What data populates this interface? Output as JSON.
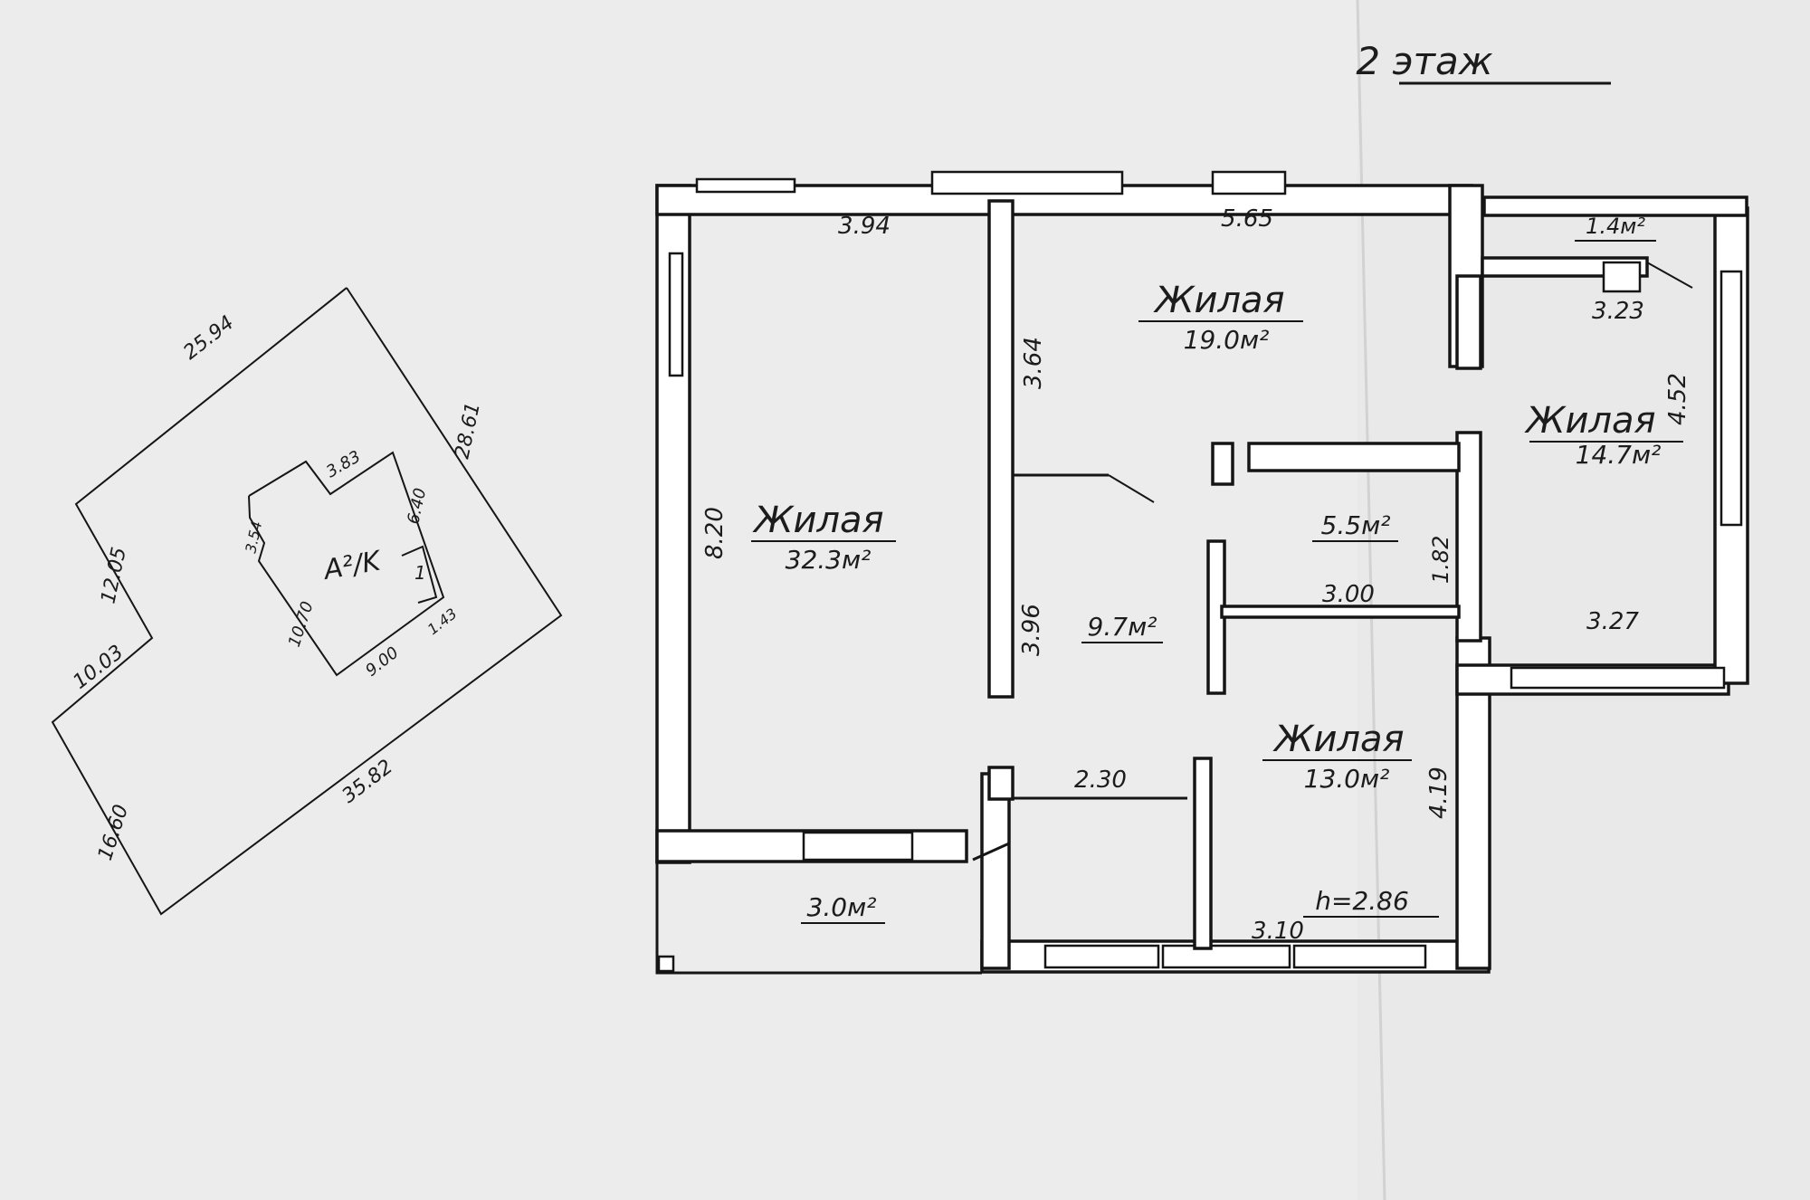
{
  "floor_title": "2 этаж",
  "site_plan": {
    "outer_dims": {
      "top": "25.94",
      "right": "28.61",
      "left_upper": "12.05",
      "left_step": "10.03",
      "left_lower": "16.60",
      "bottom": "35.82"
    },
    "building_dims": {
      "top": "3.83",
      "right_upper": "6.40",
      "left_upper": "3.54",
      "left": "10.70",
      "bottom": "9.00",
      "right_lower": "1.43"
    },
    "building_label": "A²/K",
    "annex_label": "1"
  },
  "rooms": [
    {
      "name": "Жилая",
      "area": "32.3м²"
    },
    {
      "name": "Жилая",
      "area": "19.0м²"
    },
    {
      "name": "Жилая",
      "area": "14.7м²"
    },
    {
      "name": "Жилая",
      "area": "13.0м²"
    }
  ],
  "small_areas": {
    "balcony_top": "1.4м²",
    "hall": "9.7м²",
    "bath": "5.5м²",
    "terrace": "3.0м²"
  },
  "dimensions": {
    "d394": "3.94",
    "d565": "5.65",
    "d323": "3.23",
    "d452": "4.52",
    "d820": "8.20",
    "d364": "3.64",
    "d396": "3.96",
    "d182": "1.82",
    "d300": "3.00",
    "d327": "3.27",
    "d230": "2.30",
    "d419": "4.19",
    "d310": "3.10"
  },
  "ceiling_height": "h=2.86"
}
